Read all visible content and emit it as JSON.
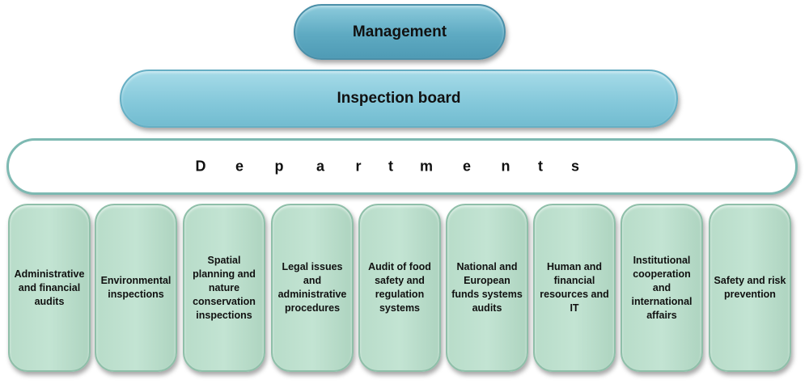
{
  "top": {
    "label": "Management"
  },
  "board": {
    "label": "Inspection board"
  },
  "departments_header": {
    "letters": [
      "D",
      "e",
      "p",
      "a",
      "r",
      "t",
      "m",
      "e",
      "n",
      "t",
      "s"
    ]
  },
  "departments": [
    {
      "label": "Administrative and financial audits"
    },
    {
      "label": "Environmental inspections"
    },
    {
      "label": "Spatial planning and nature conservation inspections"
    },
    {
      "label": "Legal issues and administrative procedures"
    },
    {
      "label": "Audit of food safety and regulation systems"
    },
    {
      "label": "National and European funds systems audits"
    },
    {
      "label": "Human and financial resources and IT"
    },
    {
      "label": "Institutional cooperation and international affairs"
    },
    {
      "label": "Safety and risk prevention"
    }
  ]
}
